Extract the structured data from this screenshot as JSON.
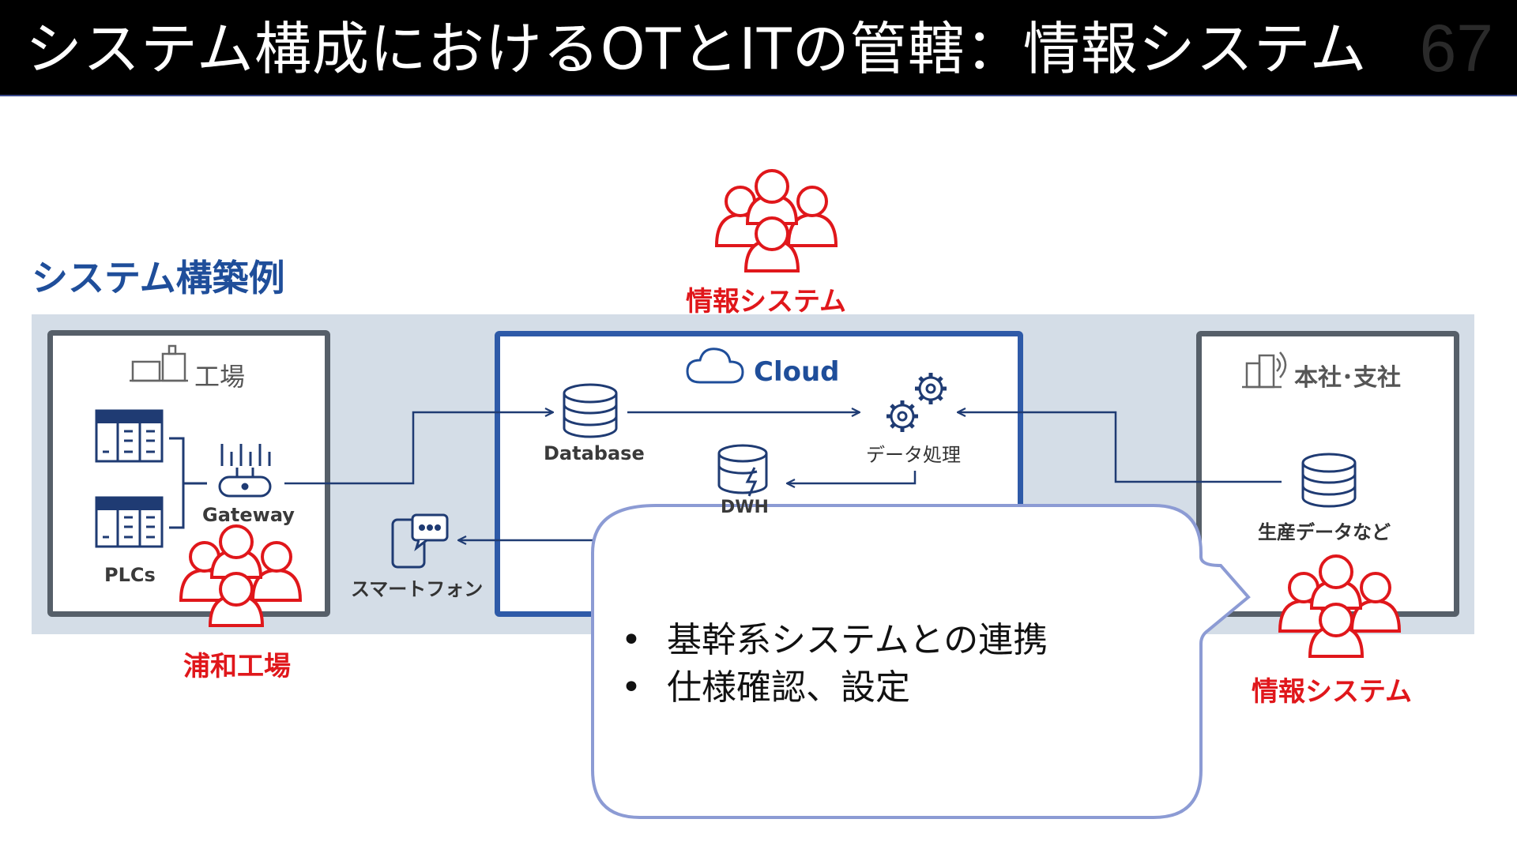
{
  "slide": {
    "title": "システム構成におけるOTとITの管轄：情報システム",
    "page_number": "67",
    "section_title": "システム構築例"
  },
  "factory": {
    "label": "工場",
    "gateway_label": "Gateway",
    "plcs_label": "PLCs"
  },
  "cloud": {
    "label": "Cloud",
    "database_label": "Database",
    "processing_label": "データ処理",
    "partial_label": "DWH"
  },
  "smartphone": {
    "label": "スマートフォン"
  },
  "hq": {
    "label": "本社･支社",
    "data_label": "生産データなど"
  },
  "teams": {
    "top": "情報システム",
    "factory": "浦和工場",
    "right": "情報システム"
  },
  "callout": {
    "items": [
      "基幹系システムとの連携",
      "仕様確認、設定"
    ]
  },
  "colors": {
    "title_bg": "#000000",
    "section_blue": "#1f4e9a",
    "band": "#d4dde7",
    "cloud_border": "#2e5aa8",
    "box_border": "#565f69",
    "team_red": "#e0171b",
    "arrow_navy": "#1f3b73",
    "callout_border": "#8c9bd4"
  }
}
